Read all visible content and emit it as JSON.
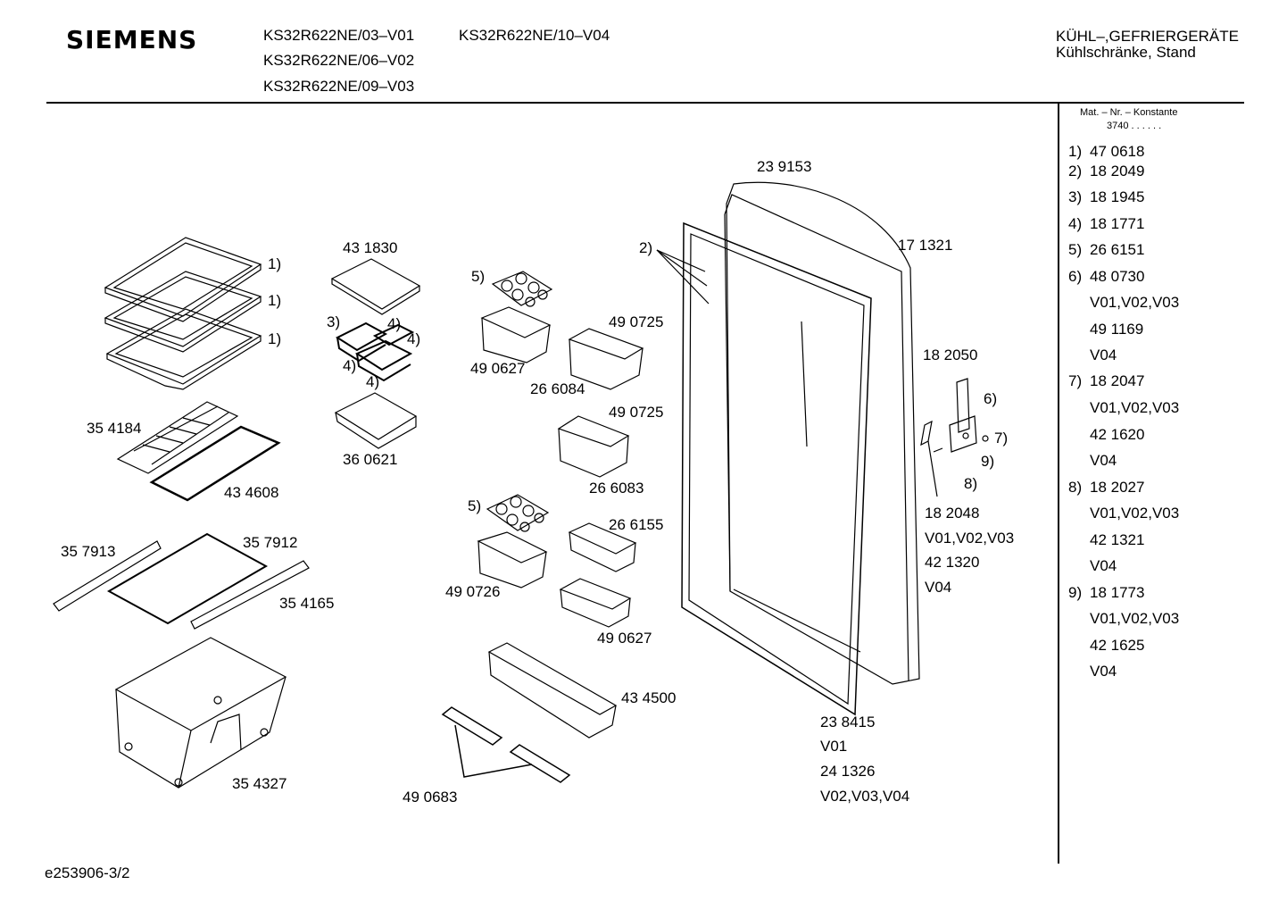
{
  "header": {
    "brand": "SIEMENS",
    "models": [
      "KS32R622NE/03–V01",
      "KS32R622NE/06–V02",
      "KS32R622NE/09–V03",
      "KS32R622NE/10–V04"
    ],
    "category": "KÜHL–,GEFRIERGERÄTE",
    "subcategory": "Kühlschränke, Stand"
  },
  "materials": {
    "header": "Mat. – Nr. – Konstante",
    "constant": "3740 .  .  .  .  .  .",
    "entries": [
      {
        "n": "1)",
        "v": "47 0618"
      },
      {
        "n": "2)",
        "v": "18 2049"
      },
      {
        "n": "3)",
        "v": "18 1945"
      },
      {
        "n": "4)",
        "v": "18 1771"
      },
      {
        "n": "5)",
        "v": "26 6151"
      },
      {
        "n": "6)",
        "v": "48 0730"
      },
      {
        "n": "",
        "v": "V01,V02,V03"
      },
      {
        "n": "",
        "v": "49 1169"
      },
      {
        "n": "",
        "v": "V04"
      },
      {
        "n": "7)",
        "v": "18 2047"
      },
      {
        "n": "",
        "v": "V01,V02,V03"
      },
      {
        "n": "",
        "v": "42 1620"
      },
      {
        "n": "",
        "v": "V04"
      },
      {
        "n": "8)",
        "v": "18 2027"
      },
      {
        "n": "",
        "v": "V01,V02,V03"
      },
      {
        "n": "",
        "v": "42 1321"
      },
      {
        "n": "",
        "v": "V04"
      },
      {
        "n": "9)",
        "v": "18 1773"
      },
      {
        "n": "",
        "v": "V01,V02,V03"
      },
      {
        "n": "",
        "v": "42 1625"
      },
      {
        "n": "",
        "v": "V04"
      }
    ]
  },
  "labels": {
    "door": "23 9153",
    "hinge": "17 1321",
    "ref_2": "2)",
    "ref_1a": "1)",
    "ref_1b": "1)",
    "ref_1c": "1)",
    "tray_top": "43 1830",
    "ref_3": "3)",
    "ref_4a": "4)",
    "ref_4b": "4)",
    "ref_4c": "4)",
    "ref_4d": "4)",
    "drawer_small": "36 0621",
    "ref_5a": "5)",
    "ref_5b": "5)",
    "box_1": "49 0627",
    "holder_1": "49 0725",
    "holder_1b": "26 6084",
    "holder_2": "49 0725",
    "holder_2b": "26 6083",
    "box_2": "26 6155",
    "box_3": "49 0726",
    "box_4": "49 0627",
    "bottle_shelf": "43 4500",
    "clips": "49 0683",
    "grid_shelf": "35 4184",
    "glass_plate": "43 4608",
    "rail_left": "35 7913",
    "glass_large": "35 7912",
    "rail_right": "35 4165",
    "crisper": "35 4327",
    "bracket": "18 2050",
    "ref_6": "6)",
    "ref_7": "7)",
    "ref_8": "8)",
    "ref_9": "9)",
    "hinge_part": "18 2048",
    "hinge_v1": "V01,V02,V03",
    "hinge_alt": "42 1320",
    "hinge_v2": "V04",
    "gasket": "23 8415",
    "gasket_v1": "V01",
    "gasket_alt": "24 1326",
    "gasket_v2": "V02,V03,V04"
  },
  "footer": "e253906-3/2"
}
